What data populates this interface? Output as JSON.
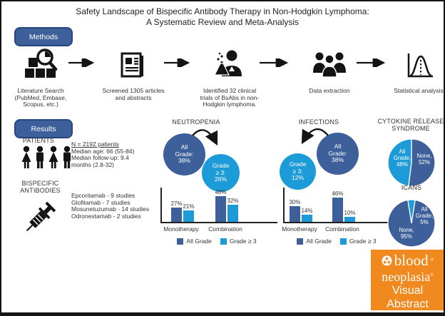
{
  "colors": {
    "dark_blue": "#3D5F9A",
    "light_blue": "#1C9BD8",
    "orange": "#F18A1E",
    "ink": "#141414"
  },
  "title": "Safety Landscape of Bispecific Antibody Therapy in Non-Hodgkin Lymphoma:\nA Systematic Review and Meta-Analysis",
  "methods": {
    "badge_label": "Methods",
    "steps": [
      {
        "icon": "literature-search-icon",
        "caption": "Literature Search\n(PubMed, Embase,\nScopus, etc.)"
      },
      {
        "icon": "newspaper-icon",
        "caption": "Screened 1305 articles\nand abstracts"
      },
      {
        "icon": "scientist-flask-icon",
        "caption": "Identified 32 clinical\ntrials of BsAbs in non-\nHodgkin lymphoma."
      },
      {
        "icon": "people-group-icon",
        "caption": "Data extraction"
      },
      {
        "icon": "bell-curve-icon",
        "caption": "Statistical analysis"
      }
    ]
  },
  "results": {
    "badge_label": "Results",
    "patients": {
      "heading": "PATIENTS",
      "n_line": "N = 2192 patients",
      "details": "Median age: 66 (55-84)\nMedian follow-up: 9.4\nmonths (2.8-32)"
    },
    "antibodies": {
      "heading": "BISPECIFIC\nANTIBODIES",
      "list": "Epcoritamab - 9 studies\nGlofitamab - 7 studies\nMosunetuzumab - 14 studies\nOdronextamab - 2 studies"
    }
  },
  "neutropenia": {
    "title": "NEUTROPENIA",
    "all_grade_circle": "All\nGrade:\n38%",
    "grade3_circle": "Grade\n≥ 3:\n26%"
  },
  "infections": {
    "title": "INFECTIONS",
    "all_grade_circle": "All\nGrade:\n38%",
    "grade3_circle": "Grade\n≥ 3:\n12%"
  },
  "crs": {
    "title": "CYTOKINE RELEASE\nSYNDROME",
    "slice_labels": {
      "all_grade": "All\nGrade,\n48%",
      "none": "None,\n52%"
    }
  },
  "icans": {
    "title": "ICANS",
    "slice_labels": {
      "all_grade": "All\nGrade,\n5%",
      "none": "None,\n95%"
    }
  },
  "logo": {
    "brand1": "blood",
    "brand2": "neoplasia",
    "line3": "Visual",
    "line4": "Abstract",
    "reg": "®"
  },
  "chart_data": [
    {
      "id": "neutropenia-bars",
      "type": "bar",
      "title": "NEUTROPENIA",
      "unit": "%",
      "categories": [
        "Monotherapy",
        "Combination"
      ],
      "series": [
        {
          "name": "All Grade",
          "values": [
            27,
            48
          ],
          "color": "#3D5F9A"
        },
        {
          "name": "Grade ≥ 3",
          "values": [
            21,
            32
          ],
          "color": "#1C9BD8"
        }
      ],
      "pooled": {
        "all_grade_pct": 38,
        "grade_ge3_pct": 26
      },
      "legend_position": "bottom"
    },
    {
      "id": "infections-bars",
      "type": "bar",
      "title": "INFECTIONS",
      "unit": "%",
      "categories": [
        "Monotherapy",
        "Combination"
      ],
      "series": [
        {
          "name": "All Grade",
          "values": [
            30,
            46
          ],
          "color": "#3D5F9A"
        },
        {
          "name": "Grade ≥ 3",
          "values": [
            14,
            10
          ],
          "color": "#1C9BD8"
        }
      ],
      "pooled": {
        "all_grade_pct": 38,
        "grade_ge3_pct": 12
      },
      "legend_position": "bottom"
    },
    {
      "id": "crs-pie",
      "type": "pie",
      "title": "CYTOKINE RELEASE SYNDROME",
      "slices": [
        {
          "label": "None",
          "value": 52,
          "color": "#3D5F9A"
        },
        {
          "label": "All Grade",
          "value": 48,
          "color": "#1C9BD8"
        }
      ],
      "start_angle_deg": 0
    },
    {
      "id": "icans-pie",
      "type": "pie",
      "title": "ICANS",
      "slices": [
        {
          "label": "All Grade",
          "value": 5,
          "color": "#1C9BD8"
        },
        {
          "label": "None",
          "value": 95,
          "color": "#3D5F9A"
        }
      ],
      "start_angle_deg": -9
    }
  ]
}
